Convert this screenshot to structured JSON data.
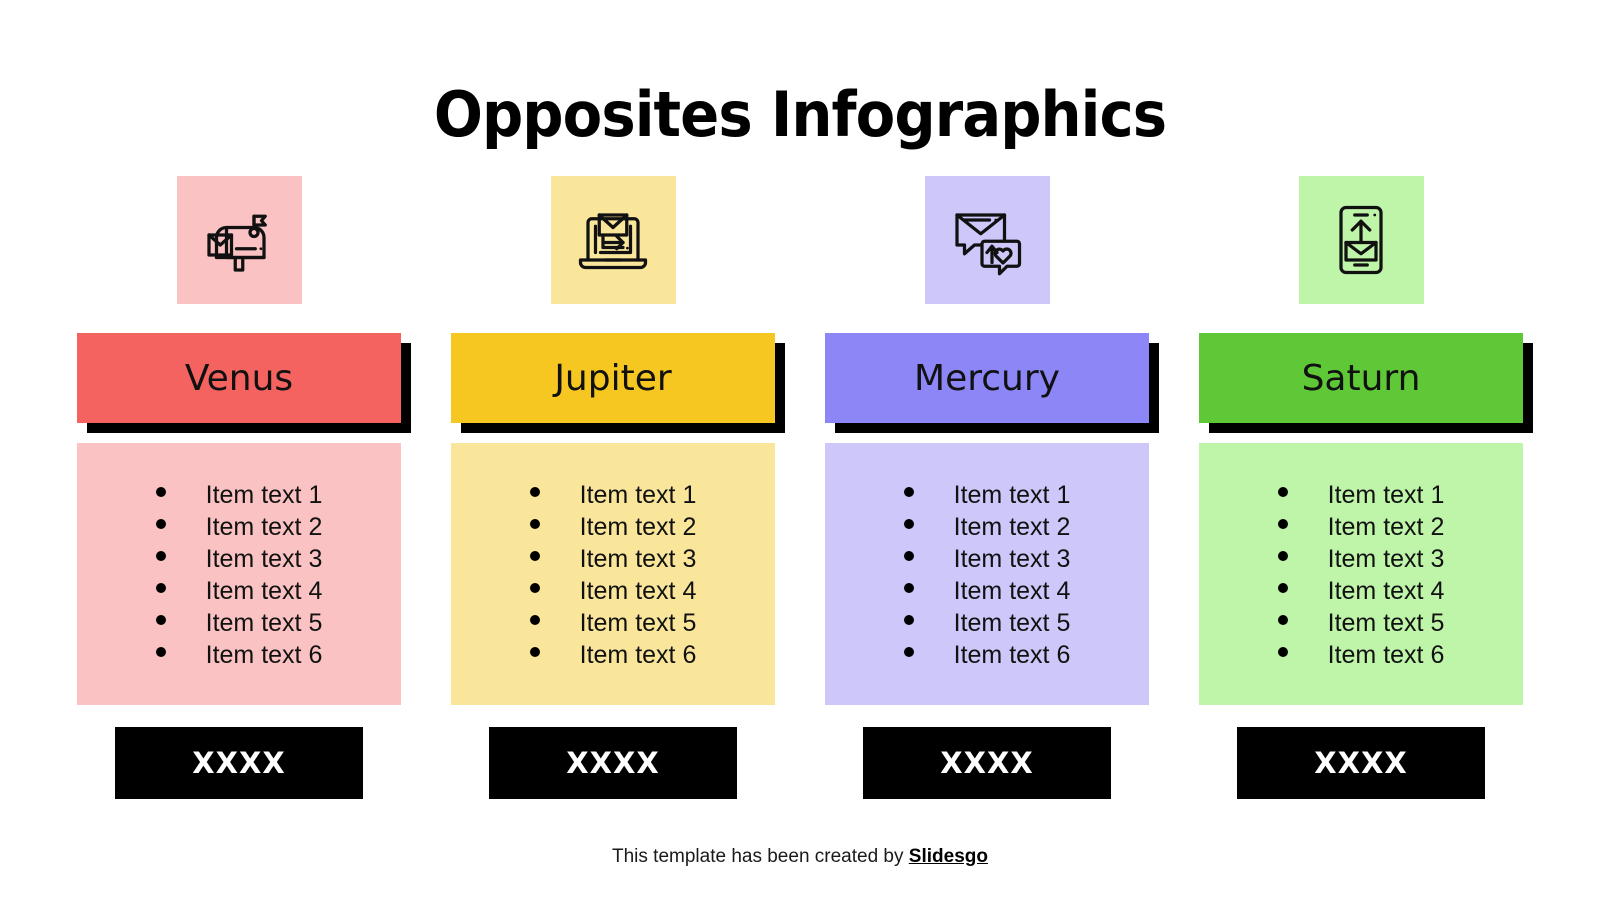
{
  "page": {
    "title": "Opposites Infographics",
    "background_color": "#FFFFFF"
  },
  "footer": {
    "text": "This template has been created by ",
    "brand": "Slidesgo"
  },
  "columns": [
    {
      "name": "Venus",
      "icon": "mailbox-icon",
      "accent_color": "#F4635F",
      "tile_color": "#FAC2C2",
      "panel_color": "#FAC2C2",
      "shadow_color": "#000000",
      "tag": "XXXX",
      "items": [
        "Item text 1",
        "Item text 2",
        "Item text 3",
        "Item text 4",
        "Item text 5",
        "Item text 6"
      ]
    },
    {
      "name": "Jupiter",
      "icon": "laptop-send-email-icon",
      "accent_color": "#F6C621",
      "tile_color": "#FAE69B",
      "panel_color": "#FAE69B",
      "shadow_color": "#000000",
      "tag": "XXXX",
      "items": [
        "Item text 1",
        "Item text 2",
        "Item text 3",
        "Item text 4",
        "Item text 5",
        "Item text 6"
      ]
    },
    {
      "name": "Mercury",
      "icon": "envelope-chat-heart-icon",
      "accent_color": "#8C86F7",
      "tile_color": "#CDC7FA",
      "panel_color": "#CDC7FA",
      "shadow_color": "#000000",
      "tag": "XXXX",
      "items": [
        "Item text 1",
        "Item text 2",
        "Item text 3",
        "Item text 4",
        "Item text 5",
        "Item text 6"
      ]
    },
    {
      "name": "Saturn",
      "icon": "mobile-send-email-icon",
      "accent_color": "#5FC836",
      "tile_color": "#BFF5A9",
      "panel_color": "#BFF5A9",
      "shadow_color": "#000000",
      "tag": "XXXX",
      "items": [
        "Item text 1",
        "Item text 2",
        "Item text 3",
        "Item text 4",
        "Item text 5",
        "Item text 6"
      ]
    }
  ]
}
